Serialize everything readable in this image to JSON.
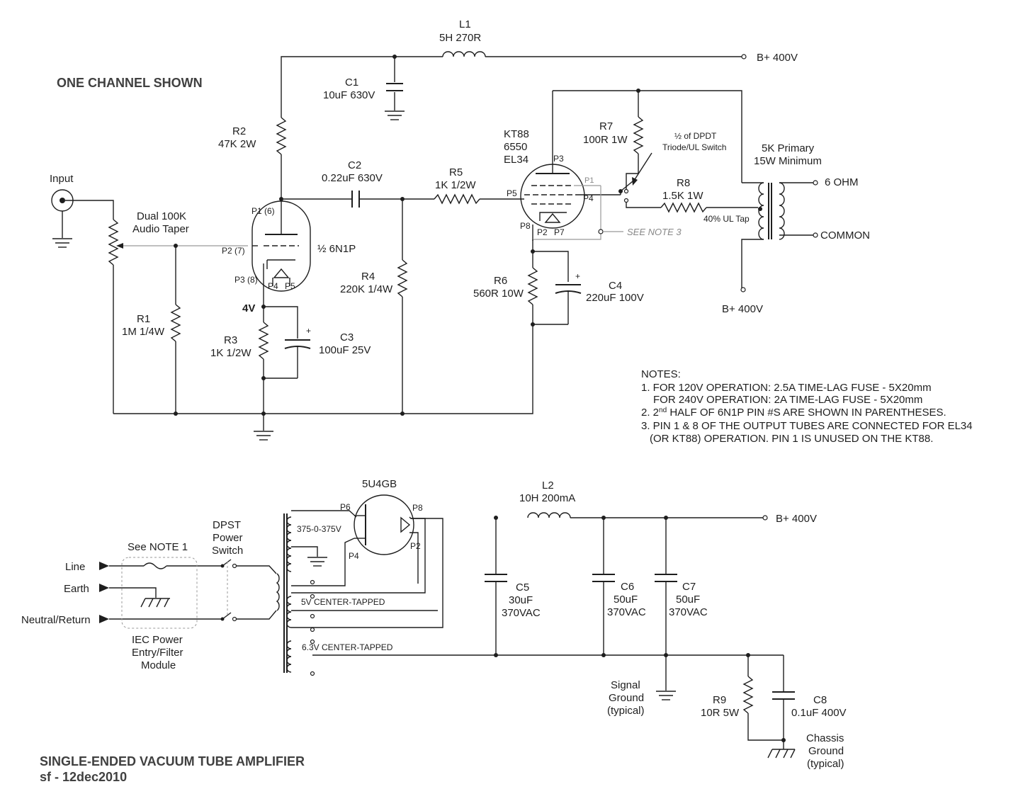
{
  "title": {
    "channel_note": "ONE CHANNEL SHOWN",
    "main": "SINGLE-ENDED VACUUM TUBE AMPLIFIER",
    "author_date": "sf - 12dec2010"
  },
  "labels": {
    "input": "Input",
    "pot_name": "Dual 100K",
    "pot_taper": "Audio Taper",
    "r1_name": "R1",
    "r1_val": "1M 1/4W",
    "r2_name": "R2",
    "r2_val": "47K 2W",
    "r3_name": "R3",
    "r3_val": "1K 1/2W",
    "r4_name": "R4",
    "r4_val": "220K 1/4W",
    "r5_name": "R5",
    "r5_val": "1K 1/2W",
    "r6_name": "R6",
    "r6_val": "560R 10W",
    "r7_name": "R7",
    "r7_val": "100R 1W",
    "r8_name": "R8",
    "r8_val": "1.5K 1W",
    "r9_name": "R9",
    "r9_val": "10R 5W",
    "c1_name": "C1",
    "c1_val": "10uF 630V",
    "c2_name": "C2",
    "c2_val": "0.22uF 630V",
    "c3_name": "C3",
    "c3_val": "100uF 25V",
    "c4_name": "C4",
    "c4_val": "220uF 100V",
    "c5_name": "C5",
    "c5_val1": "30uF",
    "c5_val2": "370VAC",
    "c6_name": "C6",
    "c6_val1": "50uF",
    "c6_val2": "370VAC",
    "c7_name": "C7",
    "c7_val1": "50uF",
    "c7_val2": "370VAC",
    "c8_name": "C8",
    "c8_val": "0.1uF 400V",
    "l1_name": "L1",
    "l1_val": "5H 270R",
    "l2_name": "L2",
    "l2_val": "10H 200mA",
    "bplus": "B+ 400V",
    "tube1": "½ 6N1P",
    "tube1_p1": "P1 (6)",
    "tube1_p2": "P2 (7)",
    "tube1_p3": "P3 (8)",
    "tube1_p4": "P4",
    "tube1_p5": "P5",
    "cathode_v": "4V",
    "tube2_a": "KT88",
    "tube2_b": "6550",
    "tube2_c": "EL34",
    "tube2_p1": "P1",
    "tube2_p3": "P3",
    "tube2_p4": "P4",
    "tube2_p5": "P5",
    "tube2_p8": "P8",
    "tube2_p2": "P2",
    "tube2_p7": "P7",
    "switch_a": "½ of DPDT",
    "switch_b": "Triode/UL Switch",
    "see_note3": "SEE NOTE 3",
    "ot_a": "5K Primary",
    "ot_b": "15W Minimum",
    "ohm6": "6 OHM",
    "common": "COMMON",
    "ul_tap": "40% UL Tap",
    "rect": "5U4GB",
    "rect_p6": "P6",
    "rect_p8": "P8",
    "rect_p4": "P4",
    "rect_p2": "P2",
    "pt_hv": "375-0-375V",
    "pt_5v": "5V CENTER-TAPPED",
    "pt_63v": "6.3V CENTER-TAPPED",
    "see_note1": "See NOTE 1",
    "line": "Line",
    "earth": "Earth",
    "neutral": "Neutral/Return",
    "dpst_a": "DPST",
    "dpst_b": "Power",
    "dpst_c": "Switch",
    "iec_a": "IEC Power",
    "iec_b": "Entry/Filter",
    "iec_c": "Module",
    "sg_a": "Signal",
    "sg_b": "Ground",
    "sg_c": "(typical)",
    "cg_a": "Chassis",
    "cg_b": "Ground",
    "cg_c": "(typical)"
  },
  "notes": {
    "heading": "NOTES:",
    "n1a": "1. FOR 120V OPERATION: 2.5A TIME-LAG FUSE - 5X20mm",
    "n1b": "FOR 240V OPERATION: 2A TIME-LAG FUSE - 5X20mm",
    "n2_pre": "2. 2",
    "n2_sup": "nd",
    "n2_post": " HALF OF 6N1P PIN #S ARE SHOWN IN PARENTHESES.",
    "n3a": "3. PIN 1 & 8 OF THE OUTPUT TUBES ARE CONNECTED FOR EL34",
    "n3b": "(OR KT88) OPERATION. PIN 1 IS UNUSED ON THE KT88."
  }
}
